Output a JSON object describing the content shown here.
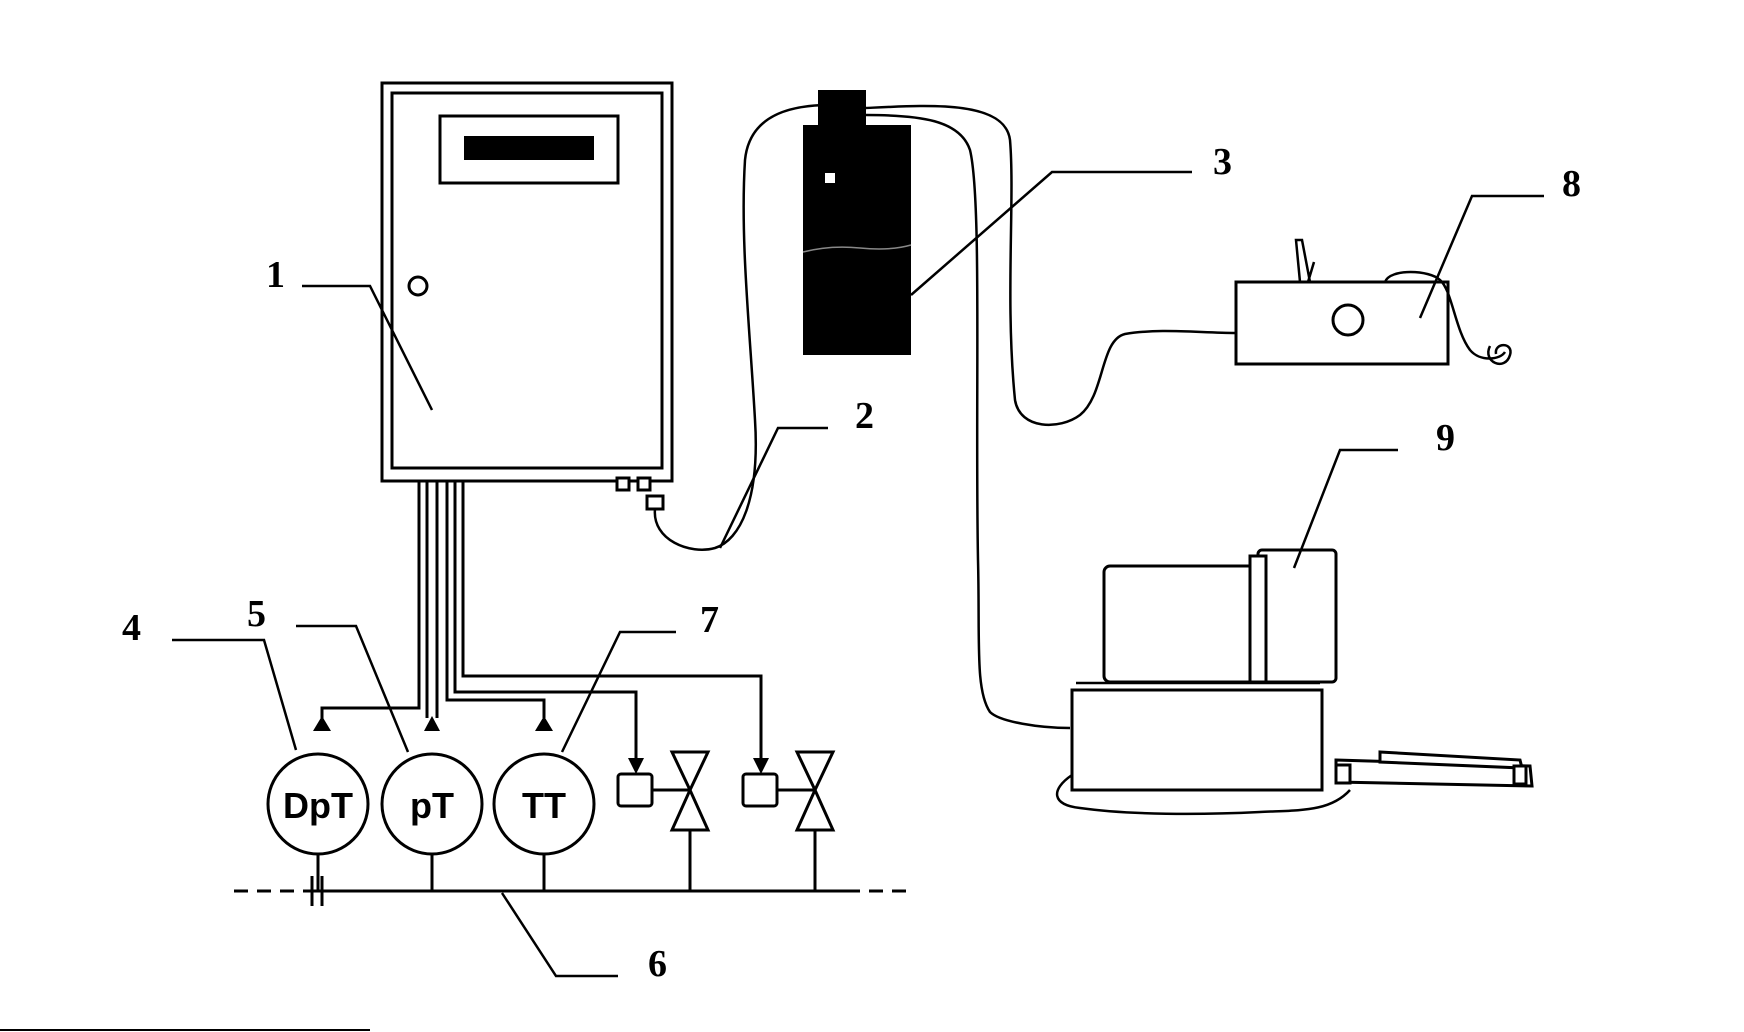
{
  "labels": {
    "l1": "1",
    "l2": "2",
    "l3": "3",
    "l4": "4",
    "l5": "5",
    "l6": "6",
    "l7": "7",
    "l8": "8",
    "l9": "9"
  },
  "instruments": {
    "dpt": "DpT",
    "pt": "pT",
    "tt": "TT"
  }
}
